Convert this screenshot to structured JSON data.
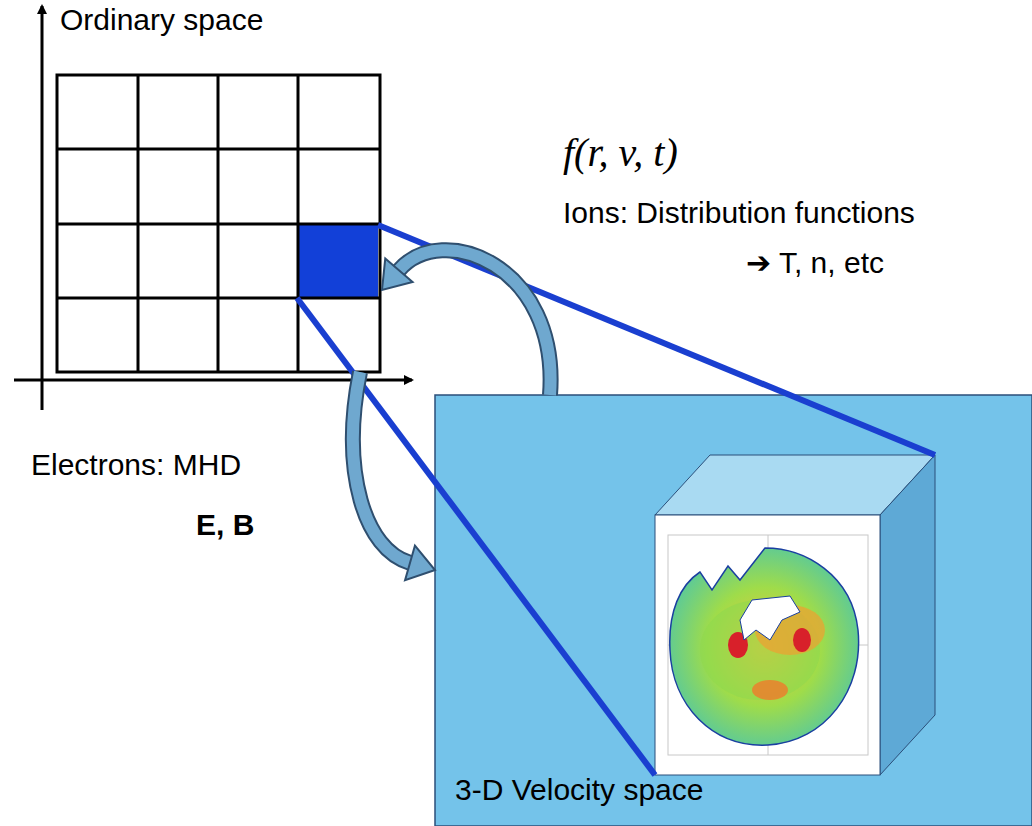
{
  "diagram": {
    "nodes": [
      {
        "text": [
          "Ordinary space"
        ]
      },
      {
        "text": [
          "3-D Velocity space"
        ]
      }
    ],
    "edges": [
      {
        "from": 1,
        "to": 0,
        "arrow": "to"
      },
      {
        "from": 0,
        "to": 1,
        "arrow": "to"
      }
    ],
    "labels": [
      "f(r, v, t)",
      "Ions: Distribution functions",
      "➔ T, n, etc",
      "Electrons: MHD",
      "E, B"
    ]
  }
}
